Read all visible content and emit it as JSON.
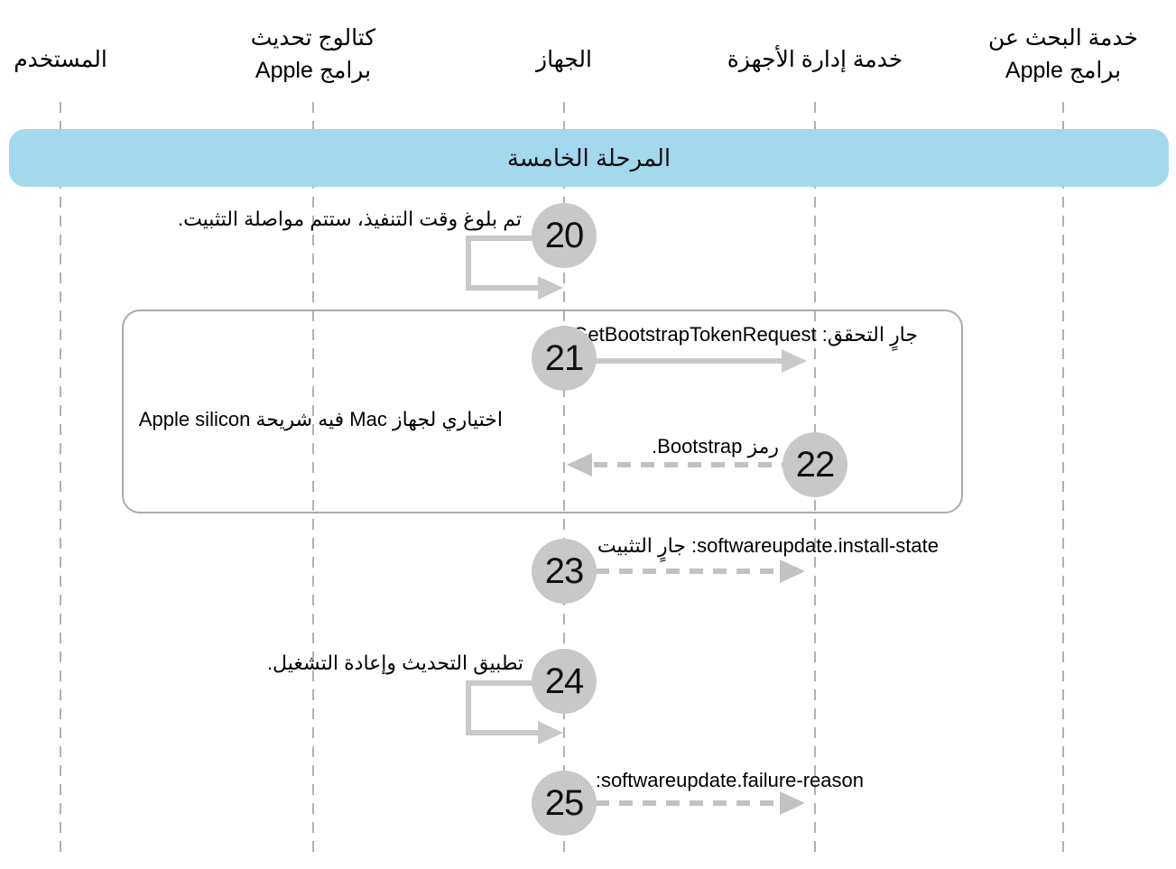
{
  "diagram": {
    "title_hint": "sequence-diagram-software-update-phase-5",
    "lifelines": [
      {
        "id": "user",
        "lines": [
          "المستخدم"
        ]
      },
      {
        "id": "catalog",
        "lines": [
          "كتالوج تحديث",
          "برامج Apple"
        ]
      },
      {
        "id": "device",
        "lines": [
          "الجهاز"
        ]
      },
      {
        "id": "mdm",
        "lines": [
          "خدمة إدارة الأجهزة"
        ]
      },
      {
        "id": "lookup",
        "lines": [
          "خدمة البحث عن",
          "برامج Apple"
        ]
      }
    ],
    "phase_banner": {
      "label": "المرحلة الخامسة"
    },
    "group_box": {
      "label": "اختياري لجهاز Mac فيه شريحة Apple silicon"
    },
    "steps": [
      {
        "num": "20",
        "label": "تم بلوغ وقت التنفيذ، ستتم مواصلة التثبيت.",
        "type": "self-message",
        "from": "device",
        "to": "device"
      },
      {
        "num": "21",
        "label": "جارٍ التحقق: GetBootstrapTokenRequest",
        "type": "solid-arrow",
        "from": "device",
        "to": "mdm"
      },
      {
        "num": "22",
        "label": "رمز Bootstrap.",
        "type": "dashed-arrow",
        "from": "mdm",
        "to": "device"
      },
      {
        "num": "23",
        "label": "softwareupdate.install-state: جارٍ التثبيت",
        "type": "dashed-arrow",
        "from": "device",
        "to": "mdm"
      },
      {
        "num": "24",
        "label": "تطبيق التحديث وإعادة التشغيل.",
        "type": "self-message",
        "from": "device",
        "to": "device"
      },
      {
        "num": "25",
        "label": "softwareupdate.failure-reason:",
        "type": "dashed-arrow",
        "from": "device",
        "to": "mdm"
      }
    ],
    "colors": {
      "banner_bg": "#A4D8EC",
      "circle_fill": "#C7C8C7",
      "solid_arrow": "#C9C9C9",
      "dashed_arrow": "#C2C2C2",
      "lifeline": "#B1B1B1",
      "group_border": "#AAAAAA",
      "text": "#000000",
      "background": "#FFFFFF"
    }
  }
}
